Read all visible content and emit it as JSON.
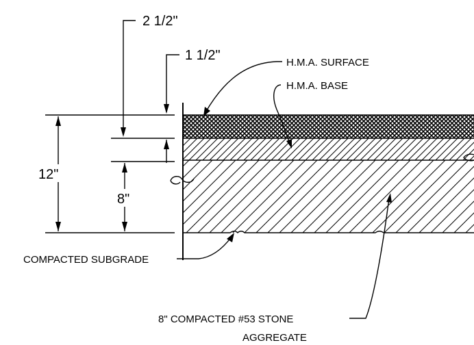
{
  "dimensions": {
    "top_callout": "2 1/2\"",
    "second_callout": "1 1/2\"",
    "total_depth": "12\"",
    "stone_depth": "8\""
  },
  "labels": {
    "surface": "H.M.A. SURFACE",
    "base": "H.M.A. BASE",
    "subgrade": "COMPACTED SUBGRADE",
    "stone_line1": "8\" COMPACTED #53 STONE",
    "stone_line2": "AGGREGATE"
  }
}
